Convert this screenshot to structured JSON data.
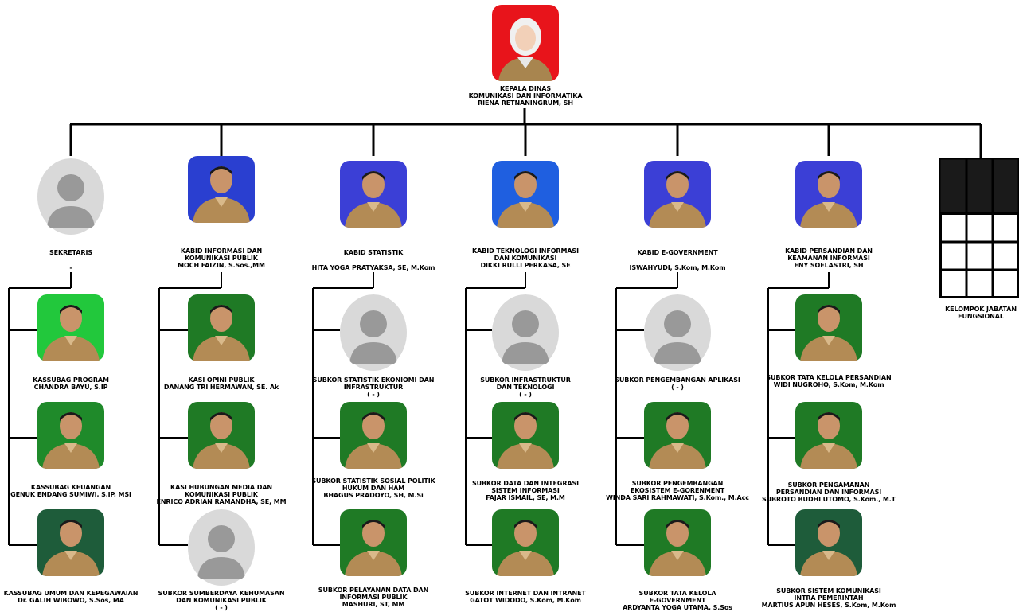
{
  "top": {
    "title_line1": "KEPALA DINAS",
    "title_line2": "KOMUNIKASI DAN INFORMATIKA",
    "name": "RIENA RETNANINGRUM, SH",
    "photo_bg": "#e8141b"
  },
  "columns": [
    {
      "head": {
        "title": "SEKRETARIS",
        "name": "-",
        "photo": "placeholder"
      },
      "subs": [
        {
          "title": "KASSUBAG PROGRAM",
          "name": "CHANDRA BAYU, S.IP",
          "photo_bg": "#22c83c"
        },
        {
          "title": "KASSUBAG KEUANGAN",
          "name": "GENUK ENDANG SUMIWI, S.IP, MSI",
          "photo_bg": "#1f8a2a"
        },
        {
          "title": "KASSUBAG UMUM DAN KEPEGAWAIAN",
          "name": "Dr. GALIH WIBOWO, S.Sos, MA",
          "photo_bg": "#1e5c3a"
        }
      ]
    },
    {
      "head": {
        "title": "KABID INFORMASI DAN\nKOMUNIKASI PUBLIK",
        "name": "MOCH FAIZIN, S.Sos.,MM",
        "photo_bg": "#2a3fd0"
      },
      "subs": [
        {
          "title": "KASI OPINI PUBLIK",
          "name": "DANANG TRI HERMAWAN, SE. Ak",
          "photo_bg": "#1f7a25"
        },
        {
          "title": "KASI HUBUNGAN MEDIA DAN\nKOMUNIKASI PUBLIK",
          "name": "ENRICO ADRIAN RAMANDHA, SE, MM",
          "photo_bg": "#1f7a25"
        },
        {
          "title": "SUBKOR SUMBERDAYA KEHUMASAN\nDAN KOMUNIKASI PUBLIK",
          "name": "( - )",
          "photo": "placeholder"
        }
      ]
    },
    {
      "head": {
        "title": "KABID STATISTIK",
        "name": "HITA YOGA PRATYAKSA, SE, M.Kom",
        "photo_bg": "#3b3fd6"
      },
      "subs": [
        {
          "title": "SUBKOR STATISTIK EKONIOMI DAN\nINFRASTRUKTUR",
          "name": "( - )",
          "photo": "placeholder"
        },
        {
          "title": "SUBKOR STATISTIK SOSIAL POLITIK\nHUKUM DAN HAM",
          "name": "BHAGUS PRADOYO, SH, M.Si",
          "photo_bg": "#1f7a25"
        },
        {
          "title": "SUBKOR PELAYANAN DATA DAN\nINFORMASI PUBLIK",
          "name": "MASHURI, ST, MM",
          "photo_bg": "#1f7a25"
        }
      ]
    },
    {
      "head": {
        "title": "KABID TEKNOLOGI INFORMASI\nDAN KOMUNIKASI",
        "name": "DIKKI RULLI PERKASA, SE",
        "photo_bg": "#1f5fe0"
      },
      "subs": [
        {
          "title": "SUBKOR INFRASTRUKTUR\nDAN TEKNOLOGI",
          "name": "( - )",
          "photo": "placeholder"
        },
        {
          "title": "SUBKOR DATA DAN INTEGRASI\nSISTEM INFORMASI",
          "name": "FAJAR ISMAIL, SE, M.M",
          "photo_bg": "#1f7a25"
        },
        {
          "title": "SUBKOR INTERNET DAN INTRANET",
          "name": "GATOT WIDODO, S.Kom, M.Kom",
          "photo_bg": "#1f7a25"
        }
      ]
    },
    {
      "head": {
        "title": "KABID E-GOVERNMENT",
        "name": "ISWAHYUDI, S.Kom, M.Kom",
        "photo_bg": "#3b3fd6"
      },
      "subs": [
        {
          "title": "SUBKOR PENGEMBANGAN APLIKASI",
          "name": "( - )",
          "photo": "placeholder"
        },
        {
          "title": "SUBKOR PENGEMBANGAN\nEKOSISTEM E-GORENMENT",
          "name": "WINDA SARI RAHMAWATI, S.Kom., M.Acc",
          "photo_bg": "#1f7a25"
        },
        {
          "title": "SUBKOR TATA KELOLA\nE-GOVERNMENT",
          "name": "ARDYANTA YOGA UTAMA, S.Sos",
          "photo_bg": "#1f7a25"
        }
      ]
    },
    {
      "head": {
        "title": "KABID PERSANDIAN DAN\nKEAMANAN INFORMASI",
        "name": "ENY SOELASTRI, SH",
        "photo_bg": "#3b3fd6"
      },
      "subs": [
        {
          "title": "SUBKOR TATA KELOLA PERSANDIAN",
          "name": "WIDI NUGROHO, S.Kom, M.Kom",
          "photo_bg": "#1f7a25"
        },
        {
          "title": "SUBKOR PENGAMANAN\nPERSANDIAN DAN INFORMASI",
          "name": "SUBROTO BUDHI UTOMO, S.Kom., M.T",
          "photo_bg": "#1f7a25"
        },
        {
          "title": "SUBKOR SISTEM KOMUNIKASI\nINTRA PEMERINTAH",
          "name": "MARTIUS APUN HESES, S.Kom, M.Kom",
          "photo_bg": "#1e5c3a"
        }
      ]
    }
  ],
  "fungsional": {
    "title": "KELOMPOK JABATAN\nFUNGSIONAL"
  }
}
